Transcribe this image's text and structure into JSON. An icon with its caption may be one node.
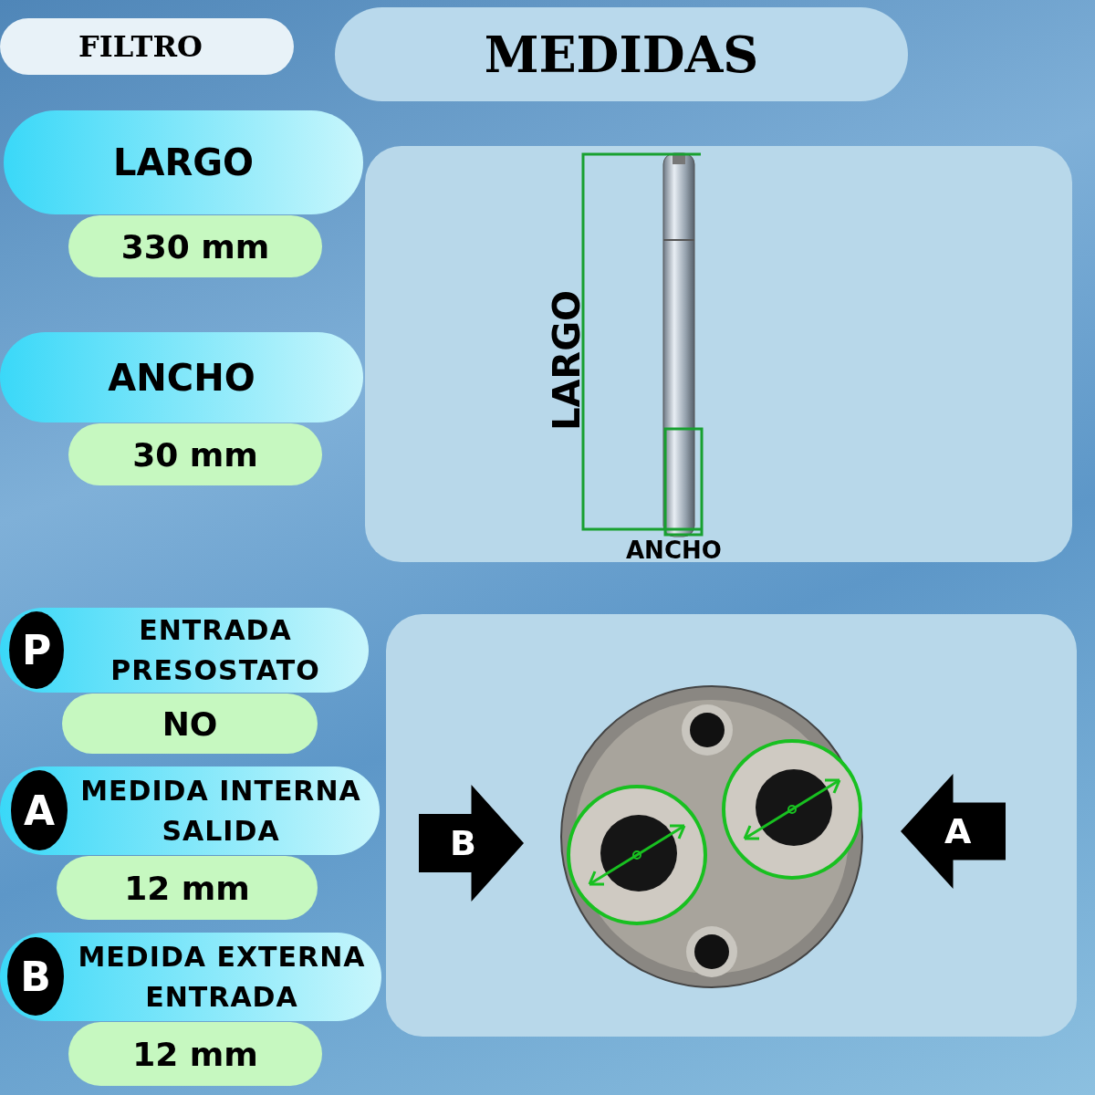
{
  "diagram": {
    "title": "MEDIDAS",
    "nodes": [
      {
        "text": [
          "FILTRO"
        ]
      },
      {
        "text": [
          "LARGO"
        ]
      },
      {
        "text": [
          "330 mm"
        ]
      },
      {
        "text": [
          "ANCHO"
        ]
      },
      {
        "text": [
          "30 mm"
        ]
      },
      {
        "text": [],
        "shape": "box"
      },
      {
        "text": [],
        "shape": "picture",
        "in": 5
      },
      {
        "text": [
          "ENTRADA PRESOSTATO"
        ]
      },
      {
        "text": [
          "P"
        ],
        "in": 7
      },
      {
        "text": [
          "NO"
        ]
      },
      {
        "text": [
          "MEDIDA INTERNA SALIDA"
        ]
      },
      {
        "text": [
          "A"
        ],
        "in": 10
      },
      {
        "text": [
          "12 mm"
        ]
      },
      {
        "text": [
          "MEDIDA EXTERNA ENTRADA"
        ]
      },
      {
        "text": [
          "B"
        ],
        "in": 13
      },
      {
        "text": [
          "12 mm"
        ]
      },
      {
        "text": [],
        "shape": "box"
      },
      {
        "text": [],
        "shape": "picture",
        "in": 16
      },
      {
        "text": [
          "B"
        ],
        "in": 16
      },
      {
        "text": [
          "A"
        ],
        "in": 16
      }
    ],
    "edges": [],
    "labels": [
      "LARGO",
      "ANCHO"
    ]
  }
}
